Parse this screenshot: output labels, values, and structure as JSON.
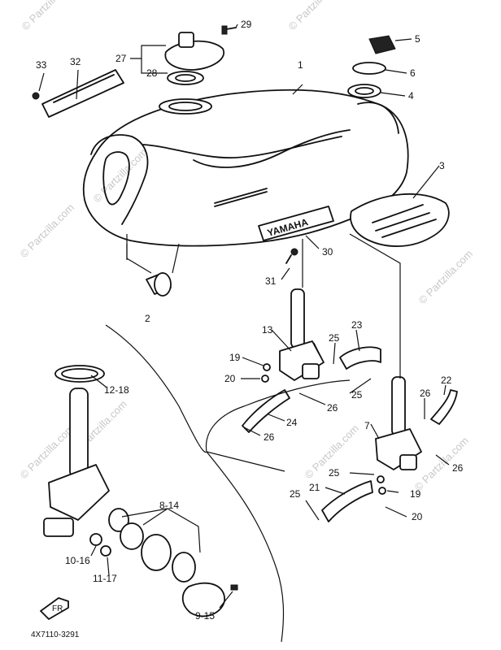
{
  "watermark": "© Partzilla.com",
  "emblem_text": "YAMAHA",
  "diagram_code": "4X7110-3291",
  "labels": {
    "l1": "1",
    "l2": "2",
    "l3": "3",
    "l4": "4",
    "l5": "5",
    "l6": "6",
    "l7": "7",
    "l8_14": "8-14",
    "l9_15": "9-15",
    "l10_16": "10-16",
    "l11_17": "11-17",
    "l12_18": "12-18",
    "l13": "13",
    "l19a": "19",
    "l19b": "19",
    "l20a": "20",
    "l20b": "20",
    "l21": "21",
    "l22": "22",
    "l23": "23",
    "l24": "24",
    "l25a": "25",
    "l25b": "25",
    "l25c": "25",
    "l26a": "26",
    "l26b": "26",
    "l26c": "26",
    "l26d": "26",
    "l27": "27",
    "l28": "28",
    "l29": "29",
    "l30": "30",
    "l31": "31",
    "l32": "32",
    "l33": "33"
  }
}
